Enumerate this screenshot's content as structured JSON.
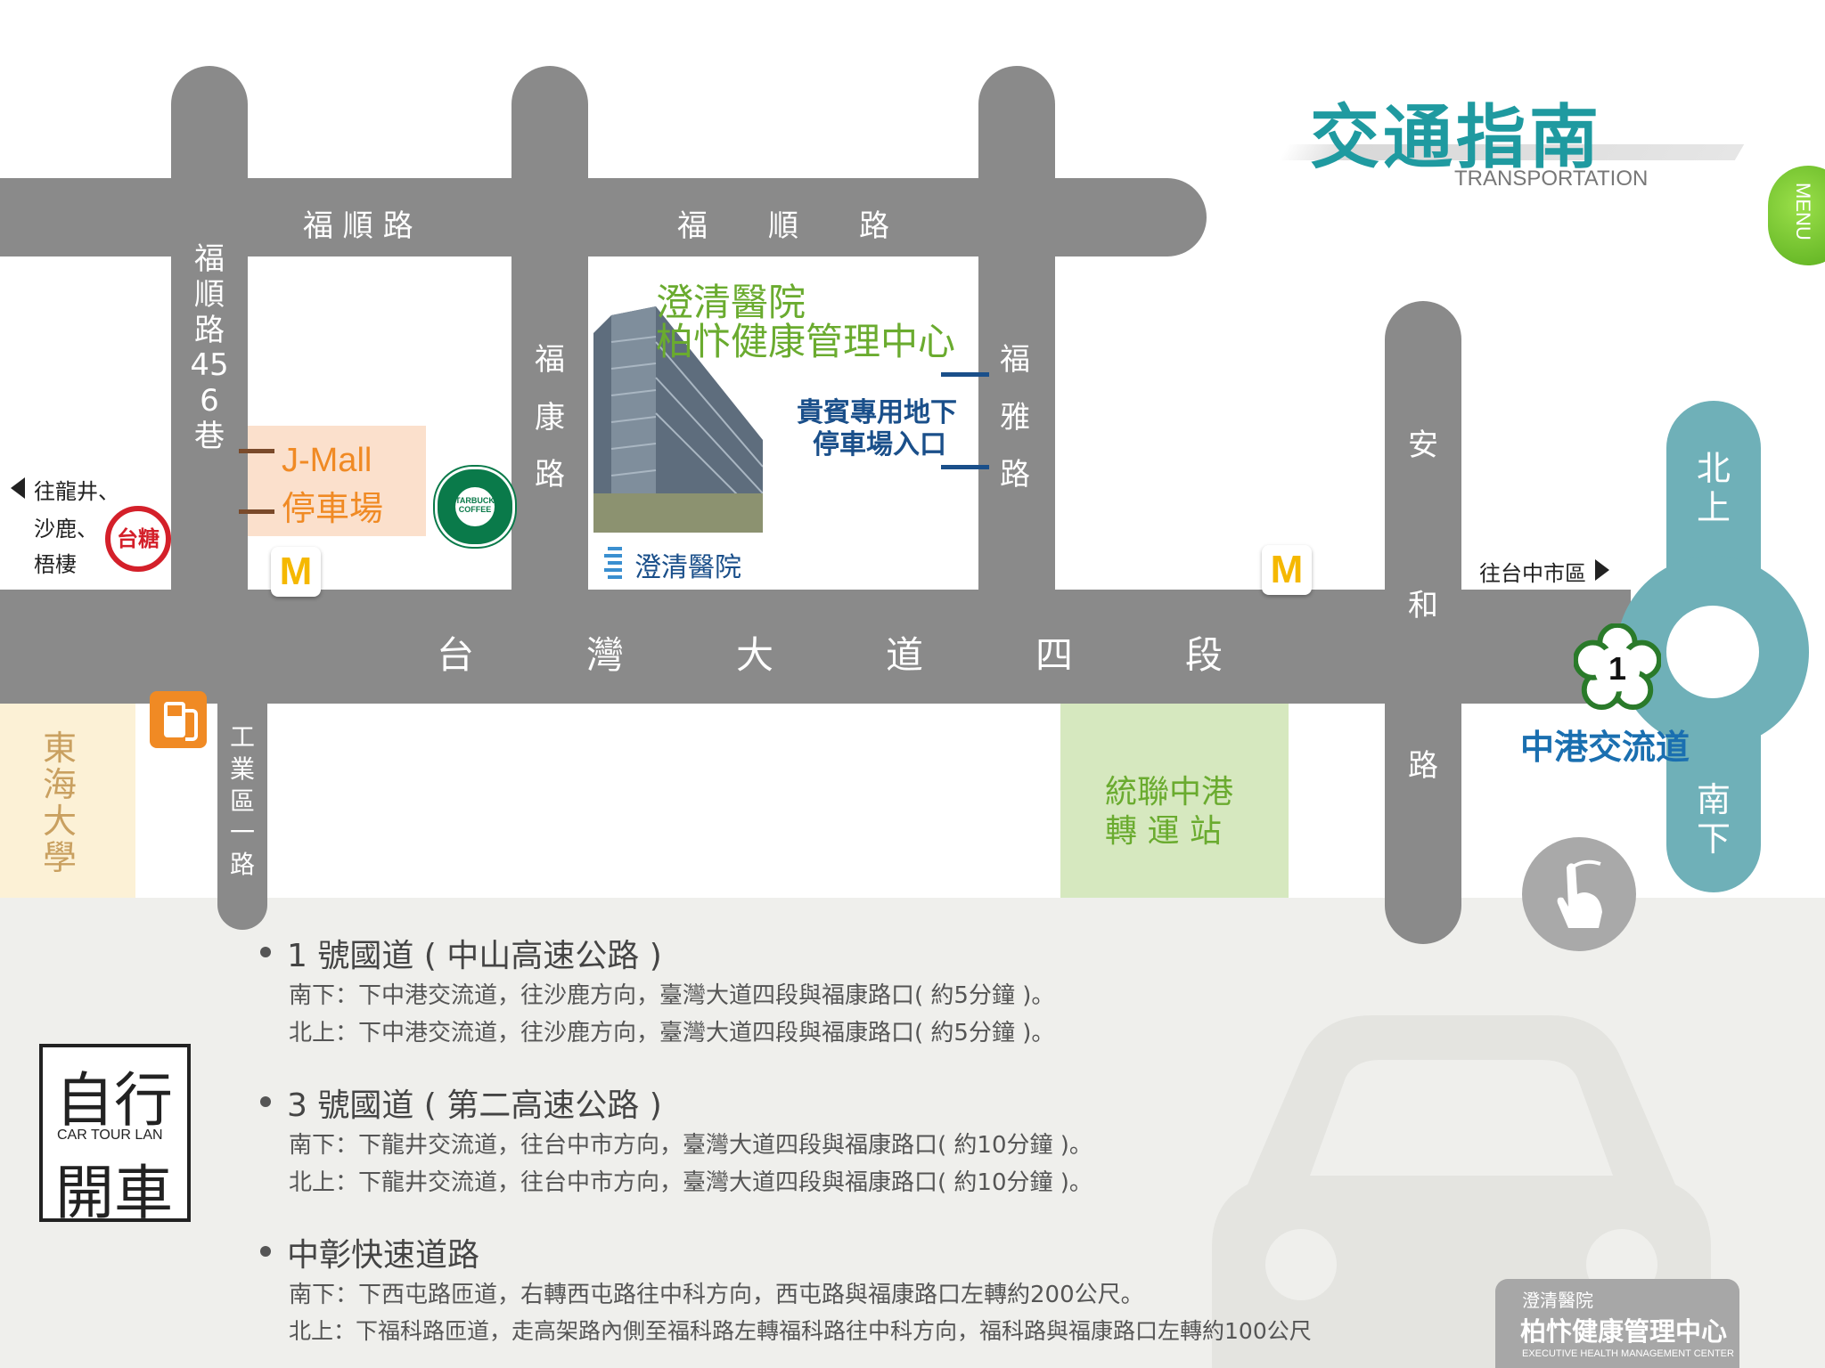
{
  "header": {
    "title": "交通指南",
    "subtitle": "TRANSPORTATION",
    "menu_label": "MENU"
  },
  "roads": {
    "fushun_left": "福 順 路",
    "fushun_right": "福　　順　　路",
    "fushun_lane": "福順路456巷",
    "fukang": "福康路",
    "fuya": "福雅路",
    "anhe_top": "安",
    "anhe_mid": "和",
    "anhe_bottom": "路",
    "taiwan_blvd": "台　　　灣　　　大　　　道　　　四　　　段",
    "industrial_rd": "工業區一路",
    "north": "北上",
    "south": "南下"
  },
  "places": {
    "hospital_name": "澄清醫院",
    "hospital_center": "柏忭健康管理中心",
    "parking_entrance_l1": "貴賓專用地下",
    "parking_entrance_l2": "停車場入口",
    "jmall_l1": "J-Mall",
    "jmall_l2": "停車場",
    "hospital_logo_text": "澄清醫院",
    "tunghai": "東海大學",
    "ubus_l1": "統聯中港",
    "ubus_l2": "轉 運 站",
    "taisugar": "台糖",
    "zhonggang": "中港交流道",
    "highway_no": "1",
    "starbucks": "STARBUCKS COFFEE",
    "mcd_symbol": "M",
    "gas_icon": "fuel-pump-icon"
  },
  "directions": {
    "west_l1": "往龍井、",
    "west_l2": "沙鹿、",
    "west_l3": "梧棲",
    "east": "往台中市區"
  },
  "car_tour": {
    "top": "自行",
    "middle": "CAR TOUR LAN",
    "bottom": "開車"
  },
  "routes": [
    {
      "heading": "1 號國道 ( 中山高速公路 )",
      "lines": [
        "南下：下中港交流道，往沙鹿方向，臺灣大道四段與福康路口( 約5分鐘 )。",
        "北上：下中港交流道，往沙鹿方向，臺灣大道四段與福康路口( 約5分鐘 )。"
      ]
    },
    {
      "heading": "3 號國道 ( 第二高速公路 )",
      "lines": [
        "南下：下龍井交流道，往台中市方向，臺灣大道四段與福康路口( 約10分鐘 )。",
        "北上：下龍井交流道，往台中市方向，臺灣大道四段與福康路口( 約10分鐘 )。"
      ]
    },
    {
      "heading": "中彰快速道路",
      "lines": [
        "南下：下西屯路匝道，右轉西屯路往中科方向，西屯路與福康路口左轉約200公尺。",
        "北上：下福科路匝道，走高架路內側至福科路左轉福科路往中科方向，福科路與福康路口左轉約100公尺"
      ]
    }
  ],
  "footer_logo": {
    "line1": "澄清醫院",
    "line2": "柏忭健康管理中心",
    "line3": "EXECUTIVE HEALTH MANAGEMENT CENTER"
  },
  "colors": {
    "road": "#8a8a8a",
    "teal": "#6fb0b8",
    "green": "#6aab2f",
    "orange": "#f08a24",
    "blue": "#1a4f8a"
  }
}
